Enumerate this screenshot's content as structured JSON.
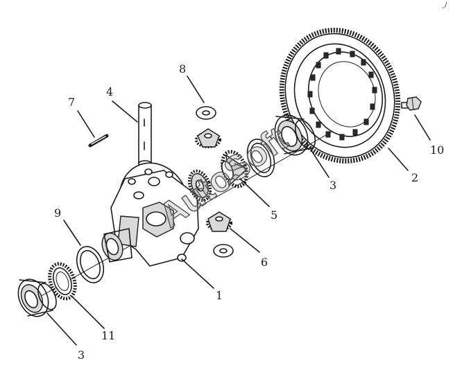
{
  "watermark": "AutoSoft",
  "corner_mark": "¸∕",
  "callouts": [
    "1",
    "2",
    "3",
    "3",
    "4",
    "5",
    "6",
    "7",
    "8",
    "9",
    "10",
    "11"
  ],
  "colors": {
    "ink": "#1a1a1a",
    "background": "#ffffff"
  }
}
